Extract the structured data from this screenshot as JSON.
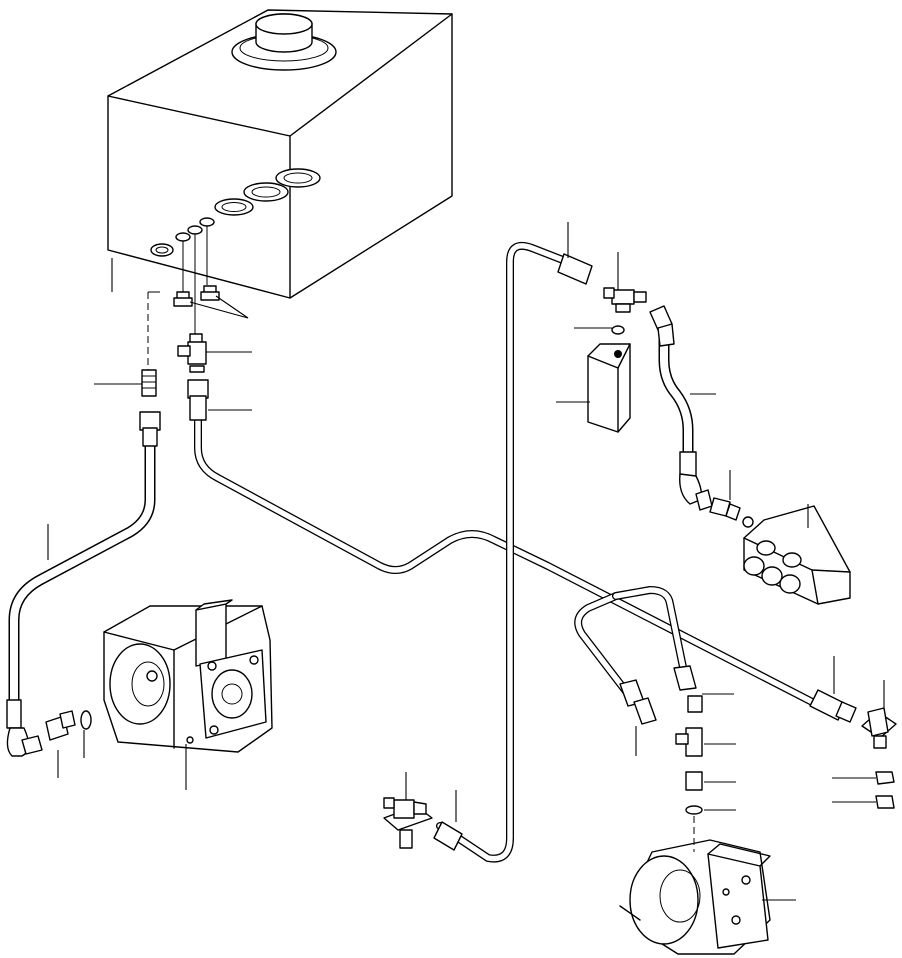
{
  "diagram": {
    "type": "hydraulic-piping-exploded-view",
    "components": [
      "hydraulic-tank",
      "tank-cap",
      "tank-port-o-rings",
      "tank-adapters",
      "suction-tee",
      "straight-adapter-left",
      "pump-suction-hose",
      "main-pump",
      "return-tube-long",
      "pilot-filter-block",
      "pilot-tee",
      "pilot-hose",
      "control-valve-block",
      "swing-motor",
      "motor-tee",
      "bulkhead-elbow-right",
      "bulkhead-tee-bottom"
    ],
    "callout_labels": []
  }
}
